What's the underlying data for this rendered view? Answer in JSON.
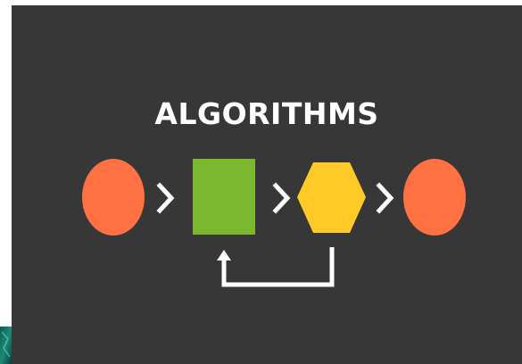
{
  "title": "ALGORITHMS",
  "colors": {
    "background": "#373737",
    "start_end": "#ff7043",
    "process": "#7cb82f",
    "decision": "#ffca28",
    "arrow": "#ffffff"
  },
  "shapes": [
    {
      "id": "start",
      "shape": "circle",
      "color": "start_end"
    },
    {
      "id": "process",
      "shape": "rectangle",
      "color": "process"
    },
    {
      "id": "decision",
      "shape": "hexagon",
      "color": "decision"
    },
    {
      "id": "end",
      "shape": "circle",
      "color": "start_end"
    }
  ],
  "connectors": [
    "chevron-right",
    "chevron-right",
    "chevron-right",
    "loop-back-arrow"
  ]
}
